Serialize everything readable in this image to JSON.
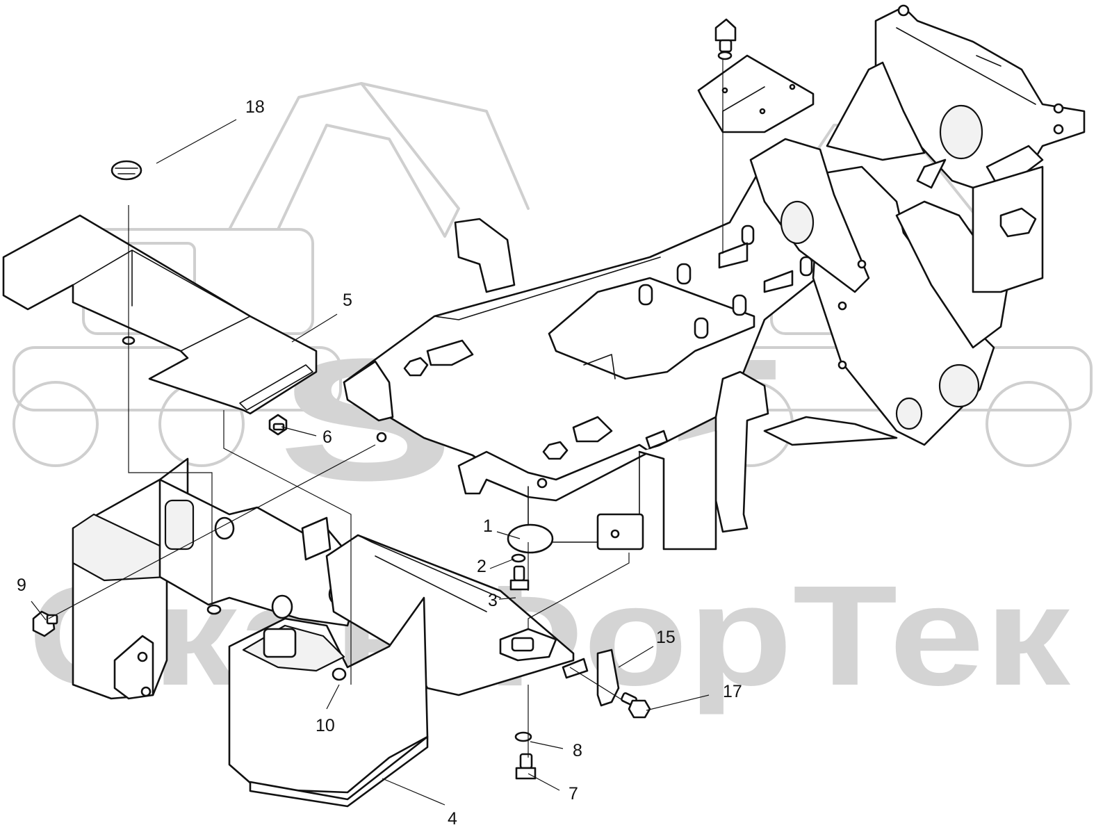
{
  "watermark": {
    "logo_text": "SFT",
    "brand_text": "СканФорТек"
  },
  "callouts": [
    {
      "id": "1",
      "label": "1"
    },
    {
      "id": "2",
      "label": "2"
    },
    {
      "id": "3",
      "label": "3"
    },
    {
      "id": "4",
      "label": "4"
    },
    {
      "id": "5",
      "label": "5"
    },
    {
      "id": "6",
      "label": "6"
    },
    {
      "id": "7",
      "label": "7"
    },
    {
      "id": "8",
      "label": "8"
    },
    {
      "id": "9",
      "label": "9"
    },
    {
      "id": "10",
      "label": "10"
    },
    {
      "id": "15",
      "label": "15"
    },
    {
      "id": "17",
      "label": "17"
    },
    {
      "id": "18",
      "label": "18"
    }
  ],
  "colors": {
    "line": "#111111",
    "watermark": "#cfcfcf",
    "background": "#ffffff"
  }
}
